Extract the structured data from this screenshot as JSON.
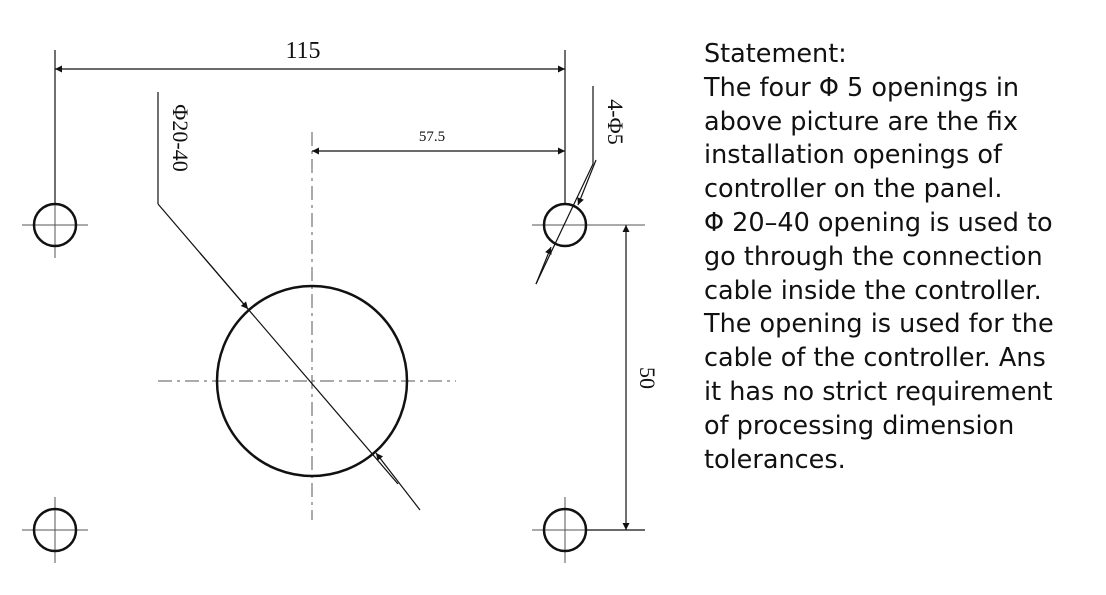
{
  "drawing": {
    "dim_overall_width": "115",
    "dim_half_width": "57.5",
    "dim_hole_spacing_vertical": "50",
    "label_center_hole": "Φ20-40",
    "label_fix_holes": "4-Φ5",
    "line_color": "#111111"
  },
  "statement": {
    "title": "Statement:",
    "lines": [
      "The four  Φ 5 openings in",
      "above picture are the fix",
      "installation openings of",
      "controller on the panel.",
      "Φ 20–40 opening is used to",
      "go through the connection",
      "cable inside the controller.",
      "The opening is used for the",
      "cable of the controller. Ans",
      "it has no strict requirement",
      "of processing dimension",
      "tolerances."
    ]
  }
}
